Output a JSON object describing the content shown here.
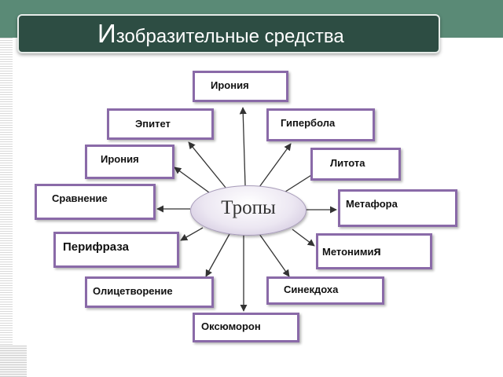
{
  "title": {
    "first_letter": "И",
    "rest": "зобразительные средства"
  },
  "center": {
    "label": "Тропы"
  },
  "terms": {
    "ironiya_top": "Ирония",
    "epitet": "Эпитет",
    "giperbola": "Гипербола",
    "ironiya_left": "Ирония",
    "litota": "Литота",
    "sravnenie": "Сравнение",
    "metafora": "Метафора",
    "perifraza": "Перифраза",
    "metonimiya": "Метоними",
    "metonimiya_end": "я",
    "olitsetvorenie": "Олицетворение",
    "sinekdokha": "Синекдоха",
    "oksyumoron": "Оксюморон"
  },
  "colors": {
    "header_band": "#5a8a76",
    "title_bar": "#2d4d43",
    "box_border": "#8a6aa8",
    "arrow": "#333333"
  }
}
